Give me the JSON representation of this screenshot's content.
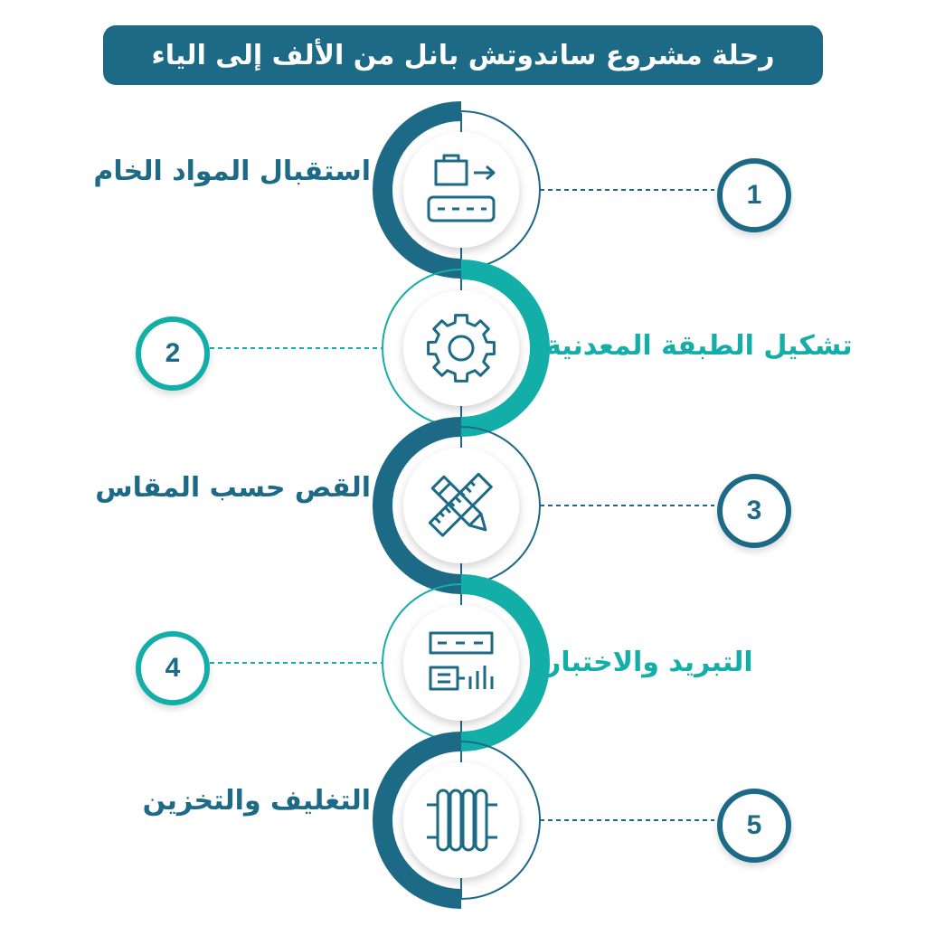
{
  "title": "رحلة  مشروع ساندوتش بانل من الألف إلى الياء",
  "colors": {
    "dark": "#1d6a86",
    "teal": "#14aea8",
    "title_bg": "#1d6a86"
  },
  "steps": [
    {
      "number": "1",
      "label": "استقبال المواد الخام",
      "icon": "conveyor-icon"
    },
    {
      "number": "2",
      "label": "تشكيل الطبقة المعدنية",
      "icon": "gear-icon"
    },
    {
      "number": "3",
      "label": "القص حسب المقاس",
      "icon": "ruler-pencil-icon"
    },
    {
      "number": "4",
      "label": "التبريد والاختبار",
      "icon": "control-panel-icon"
    },
    {
      "number": "5",
      "label": "التغليف والتخزين",
      "icon": "panel-stack-icon"
    }
  ]
}
